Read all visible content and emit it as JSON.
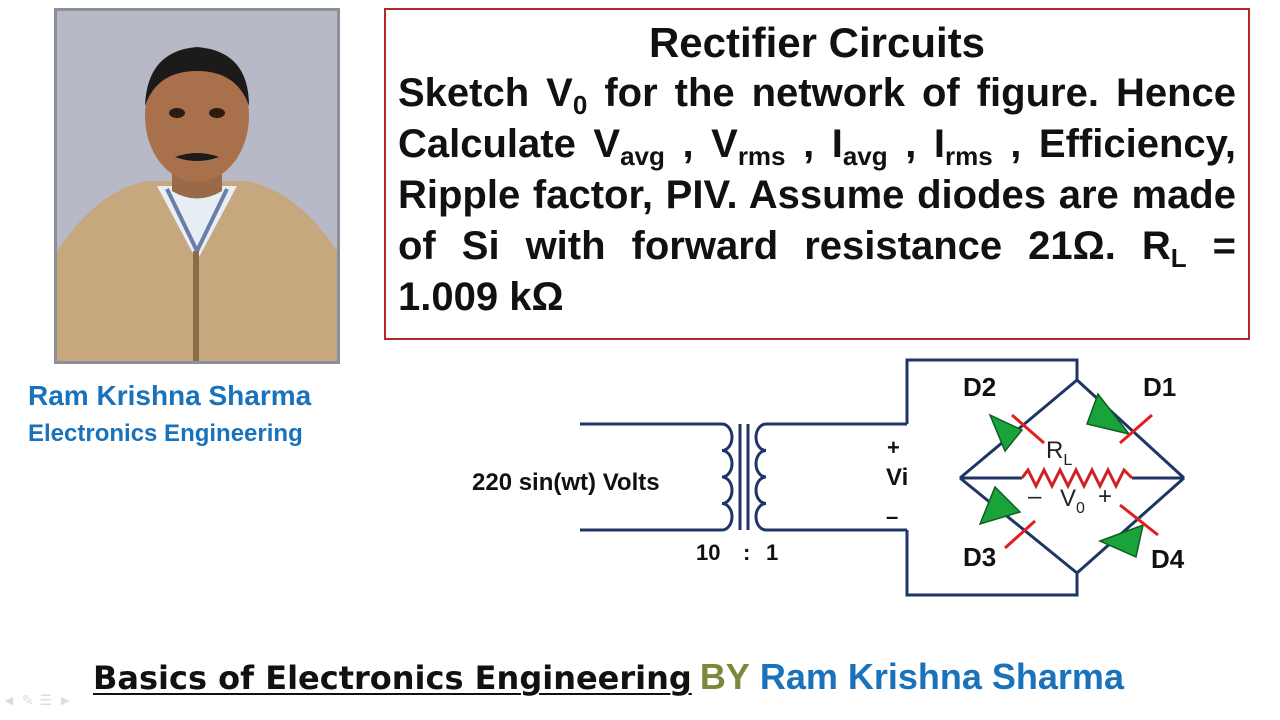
{
  "presenter": {
    "name": "Ram Krishna Sharma",
    "department": "Electronics Engineering"
  },
  "question": {
    "title": "Rectifier Circuits",
    "body": [
      {
        "t": "Sketch V"
      },
      {
        "sub": "0"
      },
      {
        "t": " for the network of figure. Hence Calculate V"
      },
      {
        "sub": "avg"
      },
      {
        "t": " , V"
      },
      {
        "sub": "rms"
      },
      {
        "t": " , I"
      },
      {
        "sub": "avg"
      },
      {
        "t": " , I"
      },
      {
        "sub": "rms"
      },
      {
        "t": " , Efficiency, Ripple factor, PIV. Assume diodes are made of Si with forward resistance 21Ω. R"
      },
      {
        "sub": "L"
      },
      {
        "t": " = 1.009 kΩ"
      }
    ]
  },
  "circuit": {
    "source_label": "220 sin(wt) Volts",
    "ratio": {
      "left": "10",
      "sep": ":",
      "right": "1"
    },
    "vi_plus": "+",
    "vi_label": "Vi",
    "vi_minus": "–",
    "diodes": {
      "d1": "D1",
      "d2": "D2",
      "d3": "D3",
      "d4": "D4"
    },
    "load": {
      "main": "R",
      "sub": "L"
    },
    "output": {
      "minus": "–",
      "main": "V",
      "sub": "0",
      "plus": "+"
    },
    "colors": {
      "wire": "#1f3566",
      "diode": "#1aa33a",
      "cathode": "#e02020",
      "resistor": "#d02020"
    }
  },
  "footer": {
    "course": "Basics of Electronics Engineering",
    "by": "BY",
    "author": "Ram Krishna Sharma"
  },
  "icons": [
    "back-arrow-icon",
    "pen-icon",
    "menu-icon",
    "forward-arrow-icon"
  ]
}
